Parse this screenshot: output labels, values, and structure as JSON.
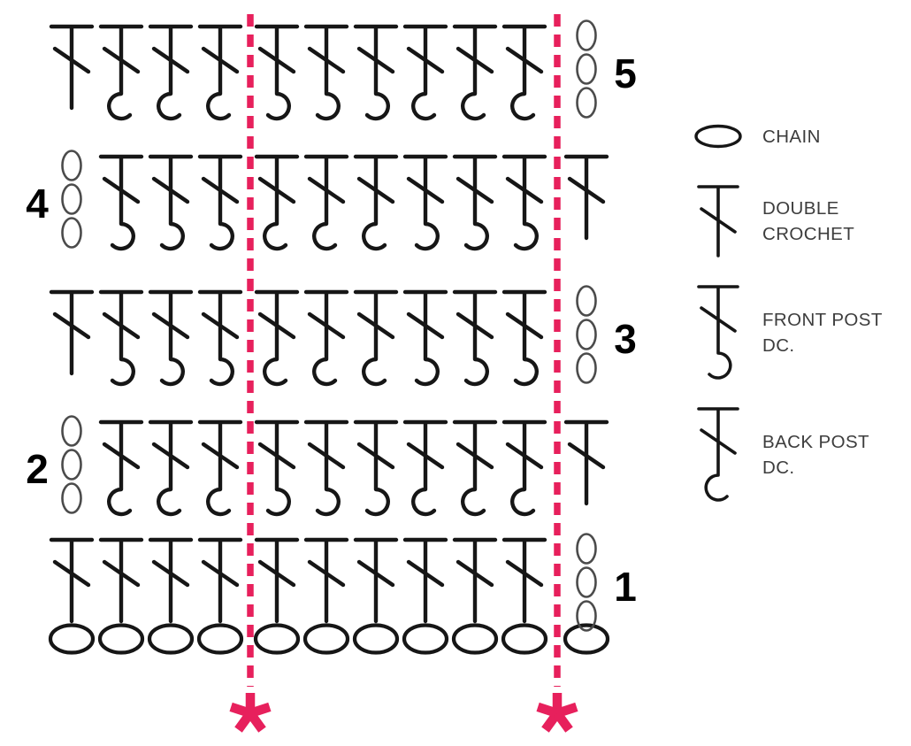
{
  "colors": {
    "stitch_black": "#161616",
    "turning_chain_gray": "#4b4b4b",
    "accent_pink": "#E7205C",
    "legend_text": "#3d3d3d",
    "row_number_black": "#000000"
  },
  "diagram": {
    "foundation_row": {
      "stitch": "chain",
      "count": 11
    },
    "rows": [
      {
        "number": "1",
        "number_side": "right",
        "stitches": [
          "dc",
          "dc",
          "dc",
          "dc",
          "dc",
          "dc",
          "dc",
          "dc",
          "dc",
          "dc",
          "ch3"
        ]
      },
      {
        "number": "2",
        "number_side": "left",
        "stitches": [
          "ch3",
          "bpdc",
          "bpdc",
          "bpdc",
          "fpdc",
          "fpdc",
          "fpdc",
          "bpdc",
          "bpdc",
          "bpdc",
          "dc"
        ]
      },
      {
        "number": "3",
        "number_side": "right",
        "stitches": [
          "dc",
          "fpdc",
          "fpdc",
          "fpdc",
          "bpdc",
          "bpdc",
          "bpdc",
          "fpdc",
          "fpdc",
          "fpdc",
          "ch3"
        ]
      },
      {
        "number": "4",
        "number_side": "left",
        "stitches": [
          "ch3",
          "fpdc",
          "fpdc",
          "fpdc",
          "bpdc",
          "bpdc",
          "bpdc",
          "fpdc",
          "fpdc",
          "fpdc",
          "dc"
        ]
      },
      {
        "number": "5",
        "number_side": "right",
        "stitches": [
          "dc",
          "bpdc",
          "bpdc",
          "bpdc",
          "fpdc",
          "fpdc",
          "fpdc",
          "bpdc",
          "bpdc",
          "bpdc",
          "ch3"
        ]
      }
    ],
    "repeat_markers": [
      {
        "symbol": "*",
        "between_columns": [
          4,
          5
        ]
      },
      {
        "symbol": "*",
        "between_columns": [
          10,
          11
        ]
      }
    ]
  },
  "legend": {
    "items": [
      {
        "id": "chain",
        "label": "CHAIN"
      },
      {
        "id": "double-crochet",
        "label": "DOUBLE\nCROCHET"
      },
      {
        "id": "front-post-dc",
        "label": "FRONT POST\nDC."
      },
      {
        "id": "back-post-dc",
        "label": "BACK POST\nDC."
      }
    ]
  }
}
